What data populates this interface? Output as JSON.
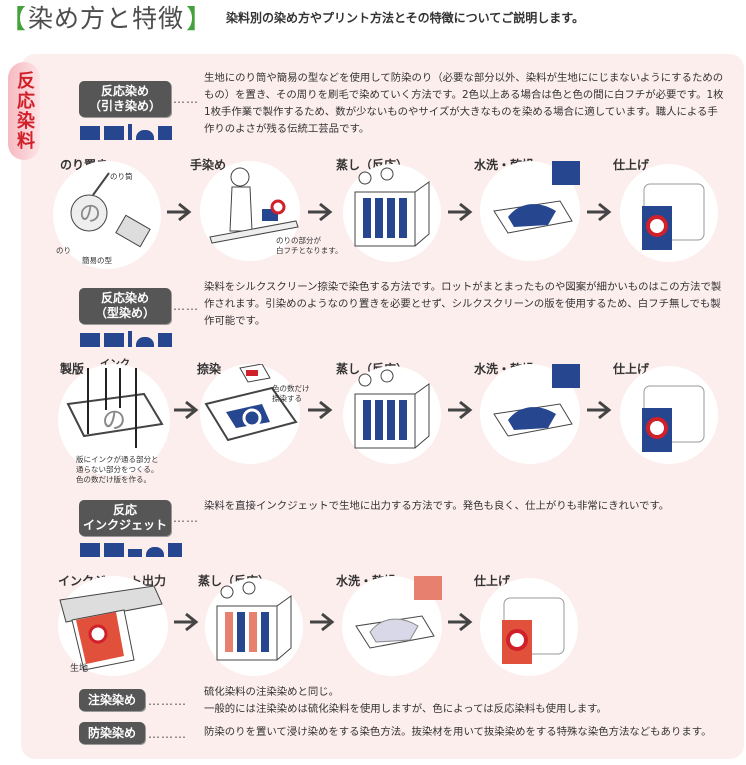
{
  "header": {
    "title": "染め方と特徴",
    "subtitle": "染料別の染め方やプリント方法とその特徴についてご説明します。"
  },
  "side_tab": {
    "label": "反応染料"
  },
  "sections": [
    {
      "method_line1": "反応染め",
      "method_line2": "（引き染め）",
      "description": "生地にのり筒や簡易の型などを使用して防染のり（必要な部分以外、染料が生地ににじまないようにするためのもの）を置き、その周りを刷毛で染めていく方法です。2色以上ある場合は色と色の間に白フチが必要です。1枚1枚手作業で製作するため、数が少ないものやサイズが大きなものを染める場合に適しています。職人による手作りのよさが残る伝統工芸品です。",
      "steps": [
        "のり置き",
        "手染め",
        "蒸し（反応）",
        "水洗・乾燥",
        "仕上げ"
      ],
      "notes": {
        "nori_tsutsu": "のり筒",
        "nori": "のり",
        "kan_i": "簡易の型",
        "fuchi": "のりの部分が白フチとなります。"
      }
    },
    {
      "method_line1": "反応染め",
      "method_line2": "（型染め）",
      "description": "染料をシルクスクリーン捺染で染色する方法です。ロットがまとまったものや図案が細かいものはこの方法で製作されます。引染めのようなのり置きを必要とせず、シルクスクリーンの版を使用するため、白フチ無しでも製作可能です。",
      "steps": [
        "製版",
        "捺染",
        "蒸し（反応）",
        "水洗・乾燥",
        "仕上げ"
      ],
      "notes": {
        "ink": "インク",
        "plate": "版にインクが通る部分と通らない部分をつくる。色の数だけ版を作る。",
        "color_count": "色の数だけ捺染する"
      }
    },
    {
      "method_line1": "反応",
      "method_line2": "インクジェット",
      "description": "染料を直接インクジェットで生地に出力する方法です。発色も良く、仕上がりも非常にきれいです。",
      "steps": [
        "インクジェット出力",
        "蒸し（反応）",
        "水洗・乾燥",
        "仕上げ"
      ],
      "notes": {
        "fabric": "生地"
      }
    }
  ],
  "others": [
    {
      "label": "注染染め",
      "description_line1": "硫化染料の注染染めと同じ。",
      "description_line2": "一般的には注染染めは硫化染料を使用しますが、色によっては反応染料も使用します。"
    },
    {
      "label": "防染染め",
      "description_line1": "防染のりを置いて浸け染めをする染色方法。抜染材を用いて抜染染めをする特殊な染色方法などもあります。",
      "description_line2": ""
    }
  ],
  "colors": {
    "accent_green": "#43a23b",
    "panel_pink": "#fdeeee",
    "tab_red": "#d0202a",
    "navy": "#26468f",
    "method_box": "#565656"
  },
  "icon_names": [
    "arrow-right-icon",
    "shirt-icon",
    "happi-icon",
    "flag-icon",
    "furoshiki-icon",
    "noren-icon"
  ]
}
